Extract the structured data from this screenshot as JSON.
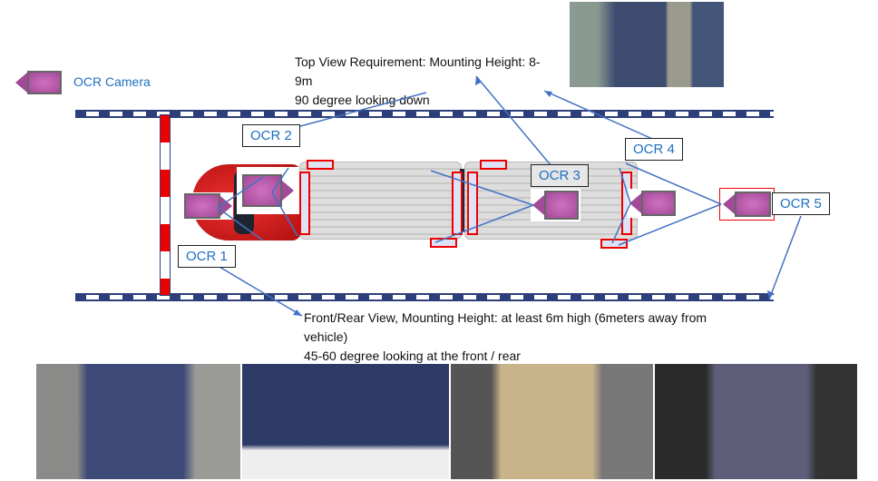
{
  "legend": {
    "label": "OCR Camera"
  },
  "top_view": {
    "lines": [
      "Top View Requirement: Mounting Height: 8-",
      "9m",
      "90 degree looking down"
    ]
  },
  "front_rear_view": {
    "lines": [
      "Front/Rear View, Mounting Height: at least 6m high (6meters away from",
      "vehicle)",
      "45-60 degree looking at the front / rear"
    ]
  },
  "cameras": [
    {
      "label": "OCR 1"
    },
    {
      "label": "OCR 2"
    },
    {
      "label": "OCR 3"
    },
    {
      "label": "OCR 4"
    },
    {
      "label": "OCR 5"
    }
  ],
  "colors": {
    "label_text": "#1f6fbf",
    "arrow": "#4472c4",
    "highlight": "#e00000"
  }
}
